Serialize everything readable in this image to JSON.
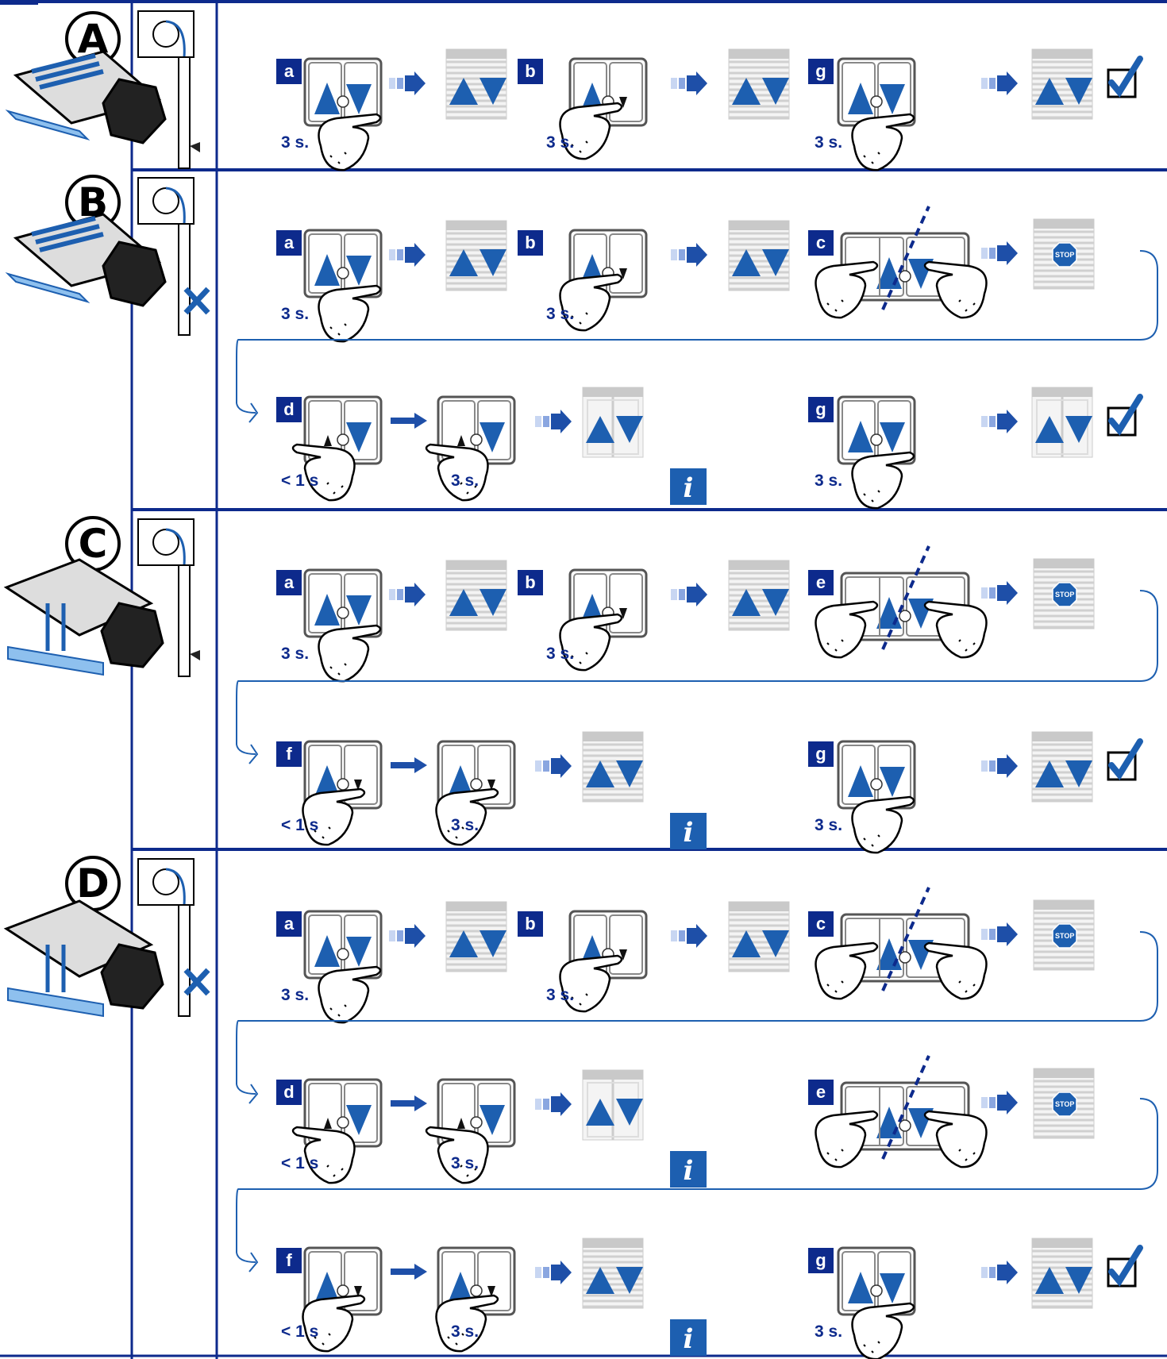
{
  "sections": [
    {
      "id": "A",
      "rows": [
        {
          "steps": [
            {
              "label": "a",
              "time": "3 s.",
              "result": "shutter"
            },
            {
              "label": "b",
              "time": "3 s.",
              "result": "shutter"
            },
            {
              "label": "g",
              "time": "3 s.",
              "result": "shutter",
              "end": "check"
            }
          ]
        }
      ]
    },
    {
      "id": "B",
      "rows": [
        {
          "steps": [
            {
              "label": "a",
              "time": "3 s.",
              "result": "shutter"
            },
            {
              "label": "b",
              "time": "3 s.",
              "result": "shutter"
            },
            {
              "label": "c",
              "time": "",
              "result": "stop"
            }
          ]
        },
        {
          "steps": [
            {
              "label": "d",
              "time": "< 1 s",
              "time2": "3 s.",
              "result": "window",
              "info": true
            },
            {
              "label": "g",
              "time": "3 s.",
              "result": "window",
              "end": "check"
            }
          ]
        }
      ]
    },
    {
      "id": "C",
      "rows": [
        {
          "steps": [
            {
              "label": "a",
              "time": "3 s.",
              "result": "shutter"
            },
            {
              "label": "b",
              "time": "3 s.",
              "result": "shutter"
            },
            {
              "label": "e",
              "time": "",
              "result": "stop"
            }
          ]
        },
        {
          "steps": [
            {
              "label": "f",
              "time": "< 1 s",
              "time2": "3 s.",
              "result": "shutter",
              "info": true
            },
            {
              "label": "g",
              "time": "3 s.",
              "result": "shutter",
              "end": "check"
            }
          ]
        }
      ]
    },
    {
      "id": "D",
      "rows": [
        {
          "steps": [
            {
              "label": "a",
              "time": "3 s.",
              "result": "shutter"
            },
            {
              "label": "b",
              "time": "3 s.",
              "result": "shutter"
            },
            {
              "label": "c",
              "time": "",
              "result": "stop"
            }
          ]
        },
        {
          "steps": [
            {
              "label": "d",
              "time": "< 1 s",
              "time2": "3 s.",
              "result": "window",
              "info": true
            },
            {
              "label": "e",
              "time": "",
              "result": "stop"
            }
          ]
        },
        {
          "steps": [
            {
              "label": "f",
              "time": "< 1 s",
              "time2": "3 s.",
              "result": "shutter",
              "info": true
            },
            {
              "label": "g",
              "time": "3 s.",
              "result": "shutter",
              "end": "check"
            }
          ]
        }
      ]
    }
  ],
  "stop_text": "STOP",
  "info_glyph": "i",
  "colors": {
    "accent": "#0d2a8c",
    "blue": "#1d5fb0",
    "arrow": "#1e4fa8"
  }
}
